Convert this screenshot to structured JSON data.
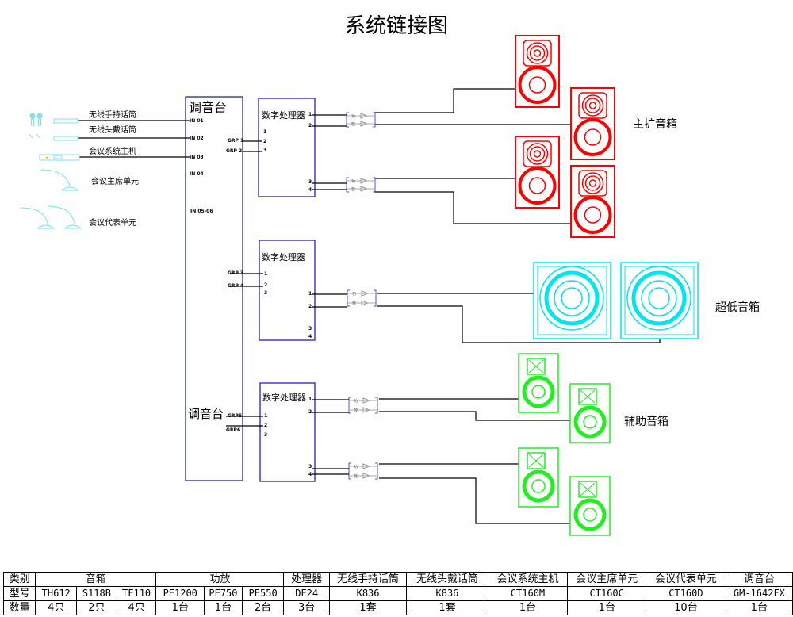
{
  "title": "系统链接图",
  "sources": [
    {
      "label": "无线手持话筒",
      "icon": "handheld-mic-icon"
    },
    {
      "label": "无线头戴话筒",
      "icon": "headset-mic-icon"
    },
    {
      "label": "会议系统主机",
      "icon": "conference-host-icon"
    },
    {
      "label": "会议主席单元",
      "icon": "chairman-unit-icon"
    },
    {
      "label": "会议代表单元",
      "icon": "delegate-unit-icon"
    }
  ],
  "mixer": {
    "label": "调音台",
    "label_bottom": "调音台",
    "inputs": [
      "IN 01",
      "IN 02",
      "IN 03",
      "IN 04",
      "IN 05-06"
    ],
    "groups": [
      "GRP 1",
      "GRP 2",
      "GRP 3",
      "GRP 4",
      "GRP5",
      "GRP6"
    ]
  },
  "processors": [
    {
      "label": "数字处理器",
      "inputs": [
        "1",
        "2",
        "3"
      ],
      "outputs": [
        "1",
        "2",
        "3",
        "4"
      ]
    },
    {
      "label": "数字处理器",
      "inputs": [
        "1",
        "2",
        "3"
      ],
      "outputs": [
        "1",
        "2",
        "3",
        "4"
      ]
    },
    {
      "label": "数字处理器",
      "inputs": [
        "1",
        "2",
        "3"
      ],
      "outputs": [
        "1",
        "2",
        "3",
        "4"
      ]
    }
  ],
  "amp_labels": [
    "功",
    "放"
  ],
  "speaker_groups": [
    {
      "label": "主扩音箱",
      "color": "#ff0000"
    },
    {
      "label": "超低音箱",
      "color": "#00e5ee"
    },
    {
      "label": "辅助音箱",
      "color": "#22ee22"
    }
  ],
  "colors": {
    "mixer_box": "#2020c0",
    "amp_bracket": "#5050d0",
    "source_devices": "#7fe0e8"
  },
  "table": {
    "row_headers": [
      "类别",
      "型号",
      "数量"
    ],
    "categories": [
      {
        "label": "音箱",
        "span": 3
      },
      {
        "label": "功放",
        "span": 3
      },
      {
        "label": "处理器",
        "span": 1
      },
      {
        "label": "无线手持话筒",
        "span": 1
      },
      {
        "label": "无线头戴话筒",
        "span": 1
      },
      {
        "label": "会议系统主机",
        "span": 1
      },
      {
        "label": "会议主席单元",
        "span": 1
      },
      {
        "label": "会议代表单元",
        "span": 1
      },
      {
        "label": "调音台",
        "span": 1
      }
    ],
    "models": [
      "TH612",
      "S118B",
      "TF110",
      "PE1200",
      "PE750",
      "PE550",
      "DF24",
      "K836",
      "K836",
      "CT160M",
      "CT160C",
      "CT160D",
      "GM-1642FX"
    ],
    "quantities": [
      "4只",
      "2只",
      "4只",
      "1台",
      "1台",
      "2台",
      "3台",
      "1套",
      "1套",
      "1台",
      "1台",
      "10台",
      "1台"
    ]
  }
}
